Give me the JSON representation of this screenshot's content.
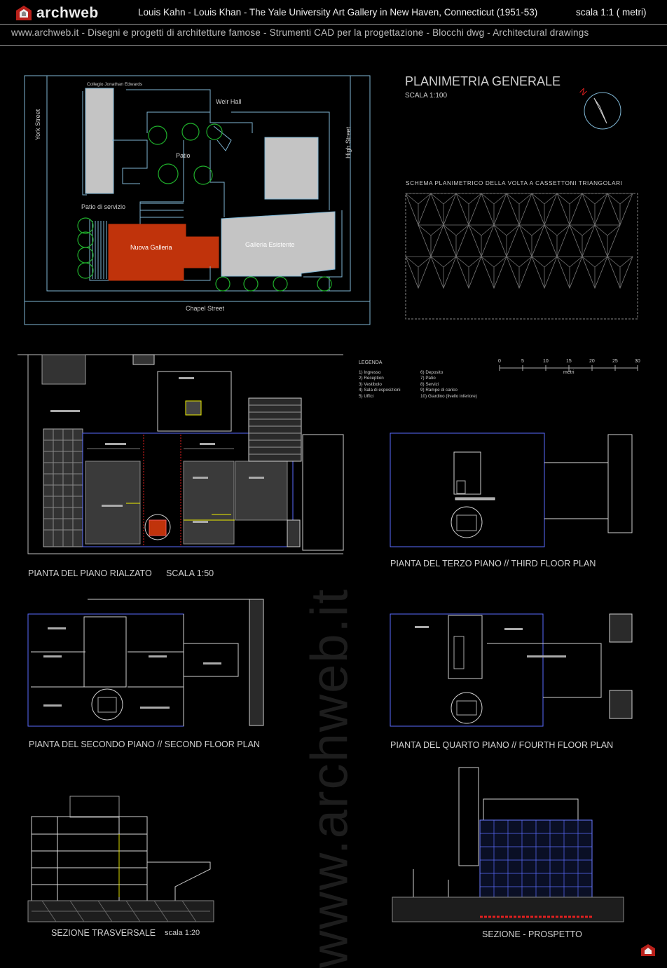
{
  "header": {
    "brand": "archweb",
    "title": "Louis Kahn - Louis Khan - The Yale University Art Gallery in New Haven, Connecticut (1951-53)",
    "scale": "scala 1:1 ( metri)",
    "subtitle": "www.archweb.it -   Disegni e progetti di architetture famose - Strumenti CAD  per la progettazione - Blocchi dwg - Architectural drawings"
  },
  "site_plan": {
    "heading": "PLANIMETRIA GENERALE",
    "scale": "SCALA 1:100",
    "north": "N",
    "labels": {
      "collegio": "Collegio Jonathan Edwards",
      "weir_hall": "Weir Hall",
      "patio": "Patio",
      "patio_servizio": "Patio di servizio",
      "nuova_galleria": "Nuova Galleria",
      "galleria_esistente": "Galleria Esistente",
      "york_street": "York Street",
      "high_street": "High Street",
      "chapel_street": "Chapel Street"
    },
    "colors": {
      "new_gallery": "#c0330b",
      "existing": "#c4c4c4",
      "trees": "#1fae2b",
      "cad_lines": "#7fb6d4"
    }
  },
  "vault_schema": {
    "title": "SCHEMA PLANIMETRICO DELLA VOLTA A CASSETTONI TRIANGOLARI"
  },
  "legend": {
    "title": "LEGENDA",
    "items_left": [
      "1) Ingresso",
      "2) Reception",
      "3) Vestibolo",
      "4) Sala di esposizioni",
      "5) Uffici"
    ],
    "items_right": [
      "6) Deposito",
      "7) Patio",
      "8) Servizi",
      "9) Rampe di carico",
      "10) Giardino (livello inferiore)"
    ]
  },
  "scale_bar": {
    "ticks": [
      "0",
      "5",
      "10",
      "15",
      "20",
      "25",
      "30"
    ],
    "unit": "metri"
  },
  "plans": {
    "ground": "PIANTA DEL PIANO RIALZATO",
    "ground_scale": "SCALA 1:50",
    "third": "PIANTA DEL TERZO PIANO  //  THIRD FLOOR PLAN",
    "second": "PIANTA DEL SECONDO PIANO // SECOND FLOOR PLAN",
    "fourth": "PIANTA DEL QUARTO PIANO  //  FOURTH FLOOR PLAN",
    "section": "SEZIONE TRASVERSALE",
    "section_scale": "scala 1:20",
    "elevation": "SEZIONE - PROSPETTO"
  },
  "watermark": "www.archweb.it"
}
